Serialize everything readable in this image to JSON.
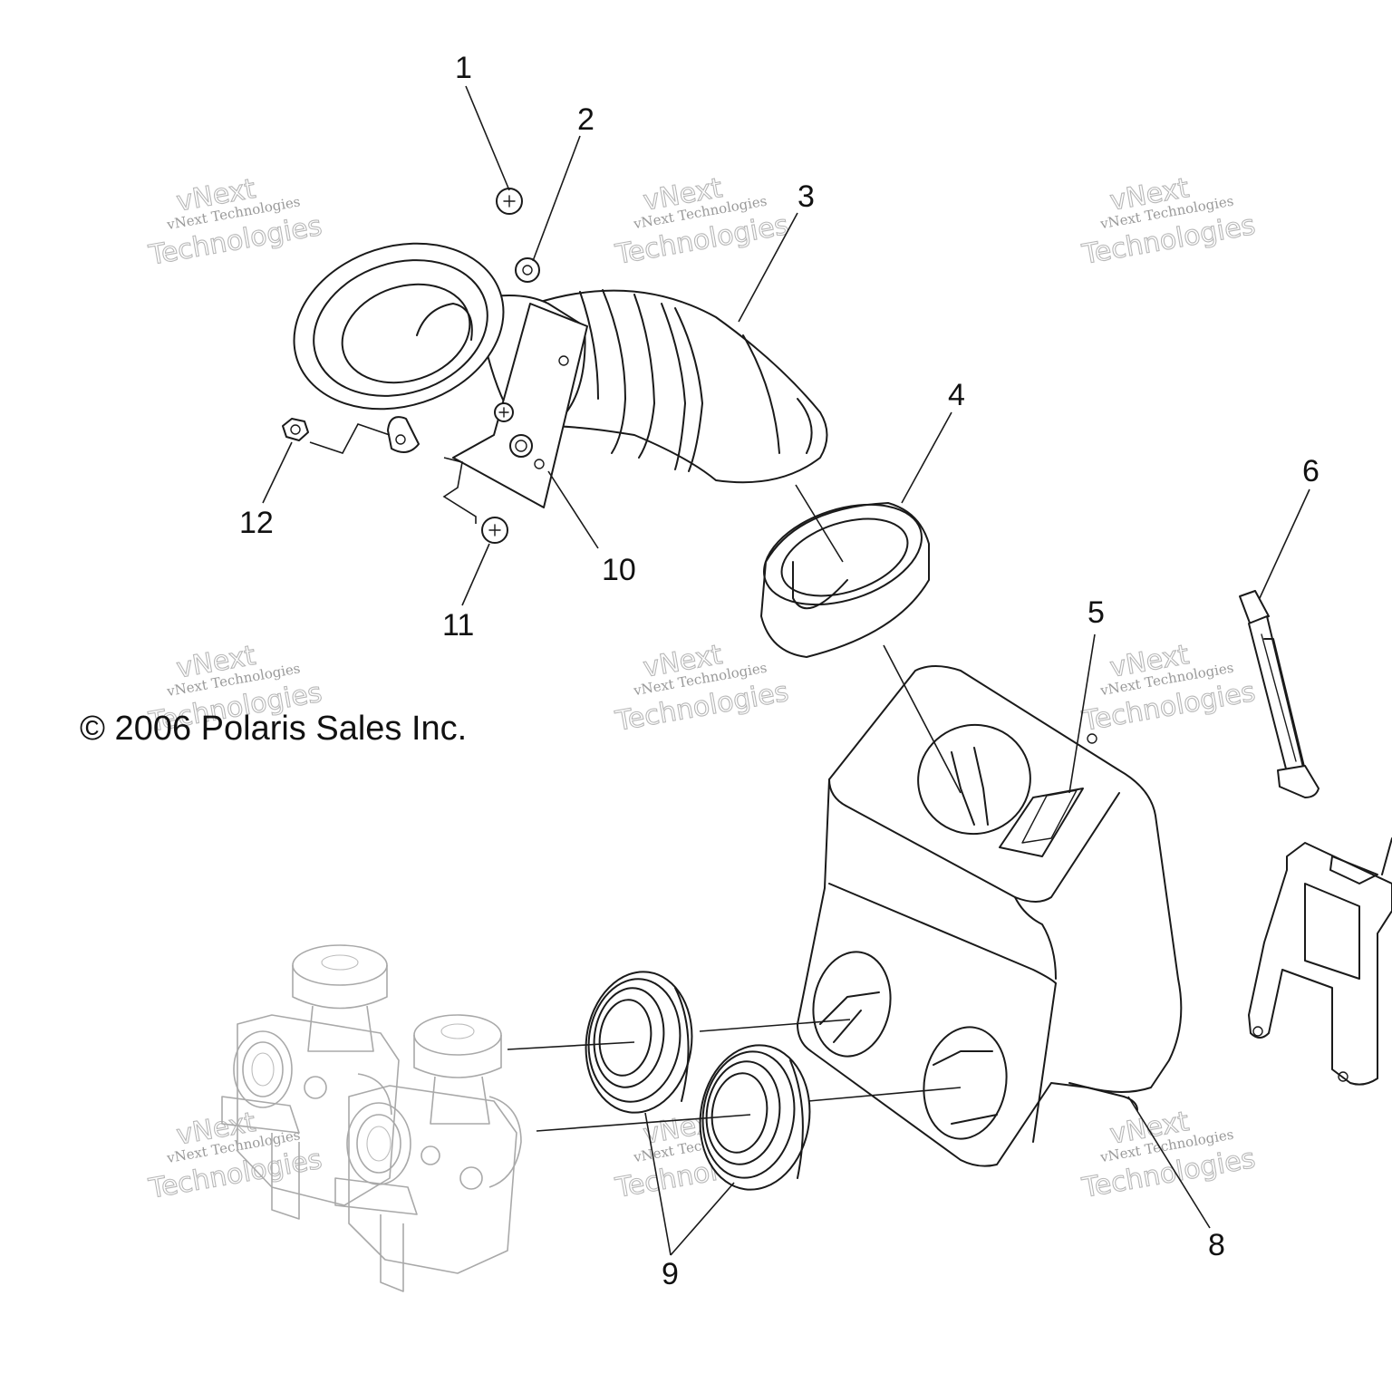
{
  "copyright": "© 2006 Polaris Sales Inc.",
  "watermark": {
    "small": "vNext Technologies",
    "big_top": "vNext",
    "big_bottom": "Technologies"
  },
  "callouts": {
    "c1": "1",
    "c2": "2",
    "c3": "3",
    "c4": "4",
    "c5": "5",
    "c6": "6",
    "c8": "8",
    "c9": "9",
    "c10": "10",
    "c11": "11",
    "c12": "12"
  }
}
